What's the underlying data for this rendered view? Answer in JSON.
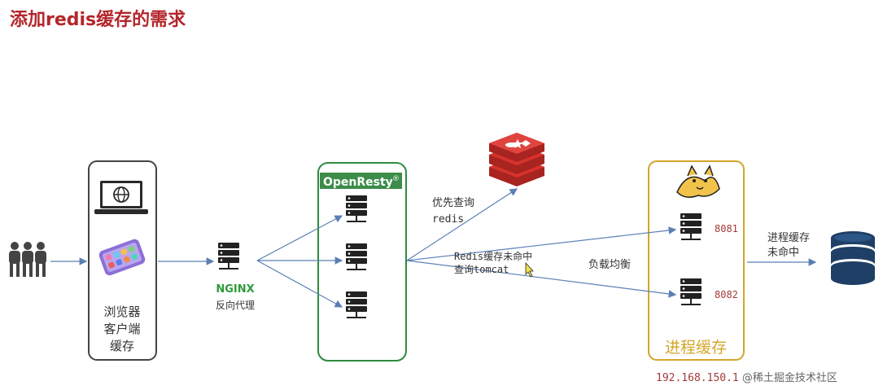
{
  "title": "添加redis缓存的需求",
  "browser": {
    "label_line1": "浏览器",
    "label_line2": "客户端",
    "label_line3": "缓存"
  },
  "nginx": {
    "logo_text": "NGINX",
    "label": "反向代理"
  },
  "openresty": {
    "logo_text": "OpenResty",
    "mark": "®"
  },
  "redis_query": {
    "line1": "优先查询",
    "line2": "redis"
  },
  "redis_miss": {
    "line1": "Redis缓存未命中",
    "line2": "查询tomcat"
  },
  "load_balance": "负载均衡",
  "process_cache": {
    "label": "进程缓存",
    "port1": "8081",
    "port2": "8082"
  },
  "db_miss": {
    "line1": "进程缓存",
    "line2": "未命中"
  },
  "footer": {
    "ip": "192.168.150.1",
    "watermark": "@稀土掘金技术社区"
  },
  "colors": {
    "title": "#b3262b",
    "openresty_green": "#2e8b3e",
    "tomcat_gold": "#d4a52a",
    "arrow": "#5a7fb5",
    "db_blue": "#1f3f66",
    "redis_red": "#d8322d"
  }
}
